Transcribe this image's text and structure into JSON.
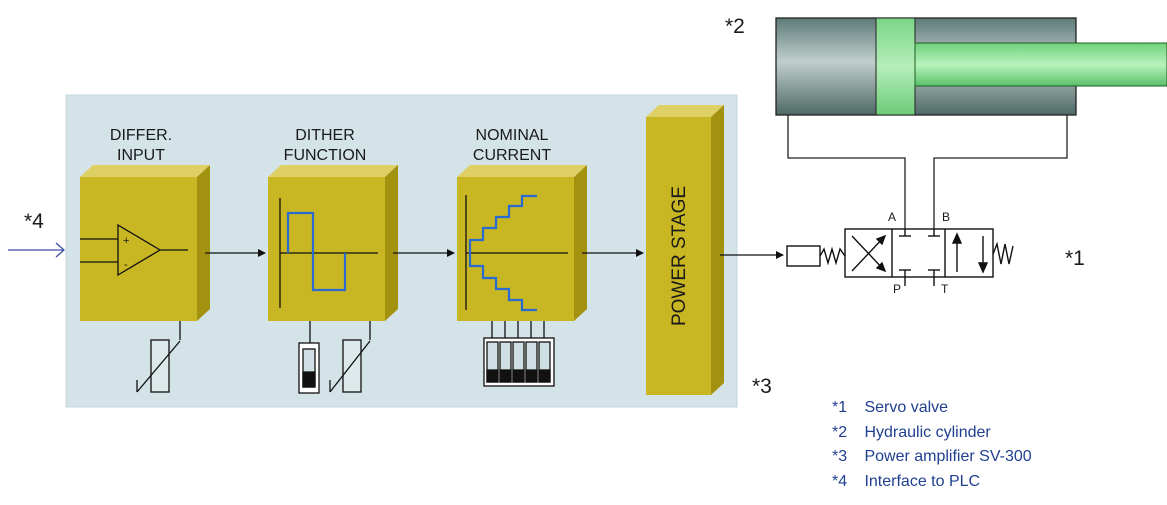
{
  "blocks": {
    "differ_title": [
      "DIFFER.",
      "INPUT"
    ],
    "dither_title": [
      "DITHER",
      "FUNCTION"
    ],
    "nominal_title": [
      "NOMINAL",
      "CURRENT"
    ],
    "power_stage": "POWER STAGE"
  },
  "markers": {
    "servo_valve": "*1",
    "cylinder": "*2",
    "amplifier": "*3",
    "plc": "*4"
  },
  "valve_ports": {
    "a": "A",
    "b": "B",
    "p": "P",
    "t": "T"
  },
  "opamp_signs": {
    "plus": "+",
    "minus": "-"
  },
  "legend": [
    {
      "code": "*1",
      "text": "Servo valve"
    },
    {
      "code": "*2",
      "text": "Hydraulic cylinder"
    },
    {
      "code": "*3",
      "text": "Power amplifier SV-300"
    },
    {
      "code": "*4",
      "text": "Interface to PLC"
    }
  ],
  "colors": {
    "panel": "#d3e3e8",
    "block_front": "#c8b623",
    "block_top": "#ded065",
    "block_side": "#a3920f",
    "cylinder_body": "#5f7f7c",
    "piston": "#9ce6a2",
    "signal_blue": "#2a6bd1",
    "legend_text": "#1f3f8f"
  }
}
